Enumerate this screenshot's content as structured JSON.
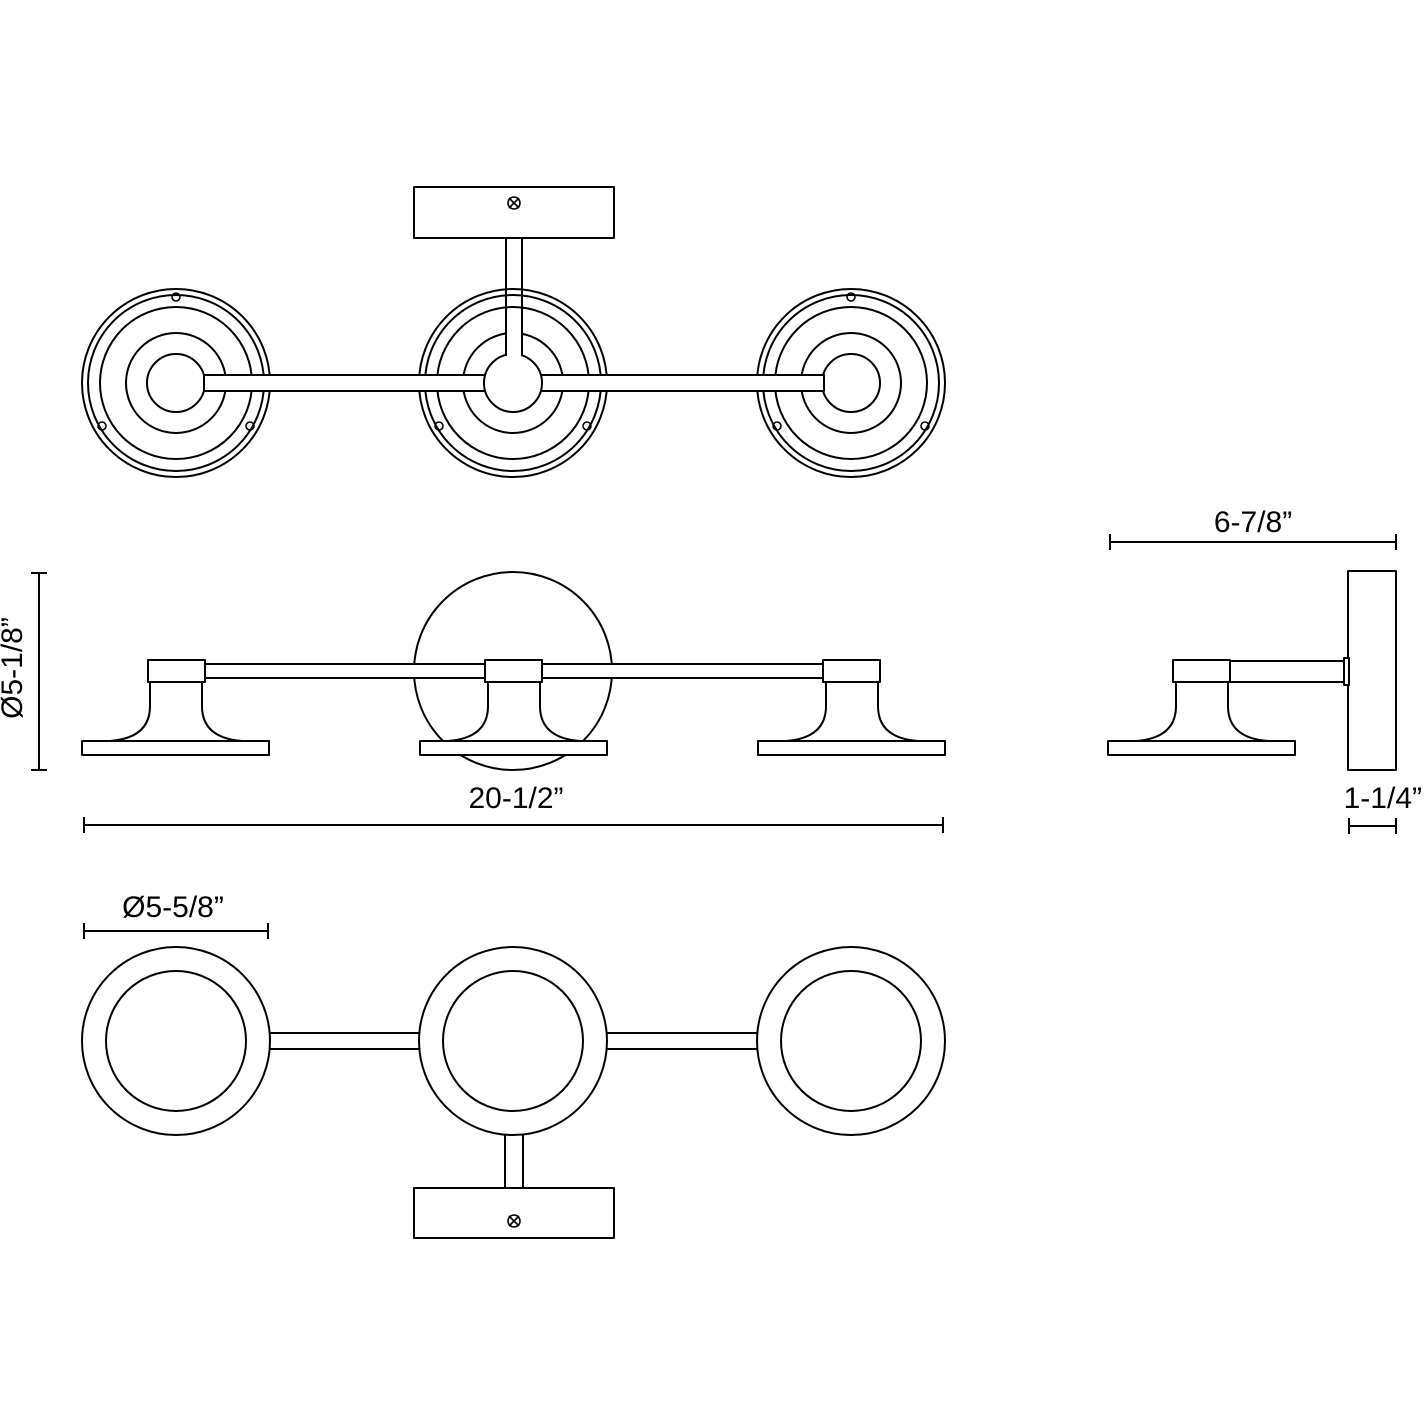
{
  "dimensions": {
    "overall_width": "20-1/2”",
    "shade_diameter_side": "Ø5-1/8”",
    "shade_diameter_bottom": "Ø5-5/8”",
    "extension": "6-7/8”",
    "backplate_depth": "1-1/4”"
  },
  "colors": {
    "line": "#000000",
    "background": "#ffffff"
  }
}
